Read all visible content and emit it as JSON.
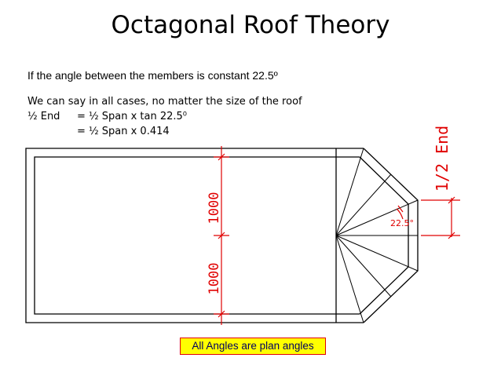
{
  "title": "Octagonal Roof Theory",
  "intro": "If the angle between the members is constant 22.5º",
  "statement": "We can say in all cases, no matter the size of the roof",
  "formula": {
    "label": "½ End",
    "line1": "= ½ Span x tan 22.5⁰",
    "line2": "= ½ Span x 0.414"
  },
  "drawing": {
    "dim_upper": "1000",
    "dim_lower": "1000",
    "half_end_label": "1/2 End",
    "angle_label": "22.5°",
    "dimension_color": "#e00000"
  },
  "note": "All Angles are plan angles"
}
